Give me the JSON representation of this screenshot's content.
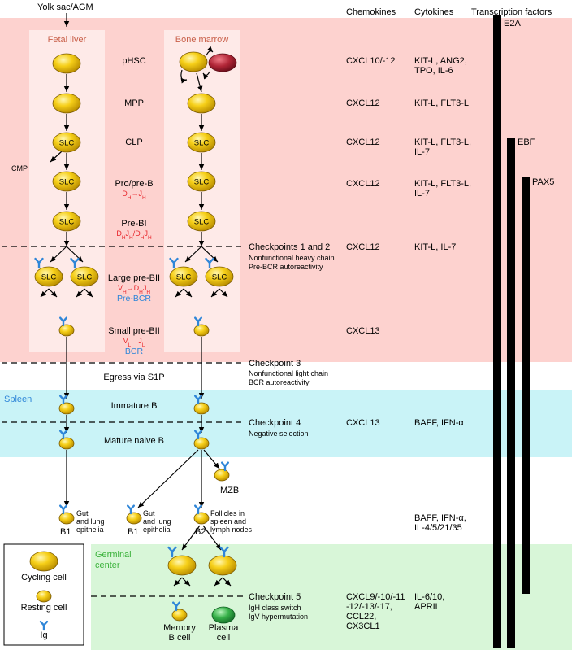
{
  "origin": "Yolk sac/AGM",
  "headers": {
    "chemokines": "Chemokines",
    "cytokines": "Cytokines",
    "transcription_factors": "Transcription factors"
  },
  "compartments": {
    "fetal_liver": "Fetal liver",
    "bone_marrow": "Bone marrow",
    "spleen": "Spleen",
    "germinal_center": "Germinal\ncenter"
  },
  "cell_marker": "SLC",
  "stages": {
    "phsc": "pHSC",
    "mpp": "MPP",
    "clp": "CLP",
    "cmp": "CMP",
    "pro_pre_b": "Pro/pre-B",
    "pre_bi": "Pre-BI",
    "large_pre_bii": "Large pre-BII",
    "small_pre_bii": "Small pre-BII",
    "egress": "Egress via S1P",
    "immature_b": "Immature B",
    "mature_naive_b": "Mature naive B",
    "mzb": "MZB",
    "b1": "B1",
    "b2": "B2",
    "gut_lung": "Gut\nand lung\nepithelia",
    "follicles": "Follicles in\nspleen and\nlymph nodes",
    "memory_b": "Memory\nB cell",
    "plasma": "Plasma\ncell"
  },
  "rearrangements": {
    "pro_pre_b": "DH→JH",
    "pre_bi": "DHJH/DHJH",
    "large_pre_bii": "VH→DHJH",
    "large_pre_bii_receptor": "Pre-BCR",
    "small_pre_bii": "VL→JL",
    "small_pre_bii_receptor": "BCR"
  },
  "checkpoints": {
    "cp12": {
      "title": "Checkpoints 1 and 2",
      "detail": "Nonfunctional heavy chain\nPre-BCR autoreactivity"
    },
    "cp3": {
      "title": "Checkpoint 3",
      "detail": "Nonfunctional light chain\nBCR autoreactivity"
    },
    "cp4": {
      "title": "Checkpoint 4",
      "detail": "Negative selection"
    },
    "cp5": {
      "title": "Checkpoint 5",
      "detail": "IgH class switch\nIgV hypermutation"
    }
  },
  "chemokines": {
    "phsc": "CXCL10/-12",
    "mpp": "CXCL12",
    "clp": "CXCL12",
    "pro_pre_b": "CXCL12",
    "cp12": "CXCL12",
    "small_pre_bii": "CXCL13",
    "cp4": "CXCL13",
    "gc": "CXCL9/-10/-11\n-12/-13/-17,\nCCL22,\nCX3CL1"
  },
  "cytokines": {
    "phsc": "KIT-L, ANG2,\nTPO, IL-6",
    "mpp": "KIT-L, FLT3-L",
    "clp": "KIT-L, FLT3-L,\nIL-7",
    "pro_pre_b": "KIT-L, FLT3-L,\nIL-7",
    "cp12": "KIT-L, IL-7",
    "cp4": "BAFF, IFN-α",
    "periphery": "BAFF, IFN-α,\nIL-4/5/21/35",
    "gc": "IL-6/10,\nAPRIL"
  },
  "transcription_factors": {
    "e2a": "E2A",
    "ebf": "EBF",
    "pax5": "PAX5"
  },
  "legend": {
    "cycling": "Cycling cell",
    "resting": "Resting cell",
    "ig": "Ig"
  },
  "colors": {
    "bone_marrow_bg": "#fdd2cf",
    "column_bg": "#feeae8",
    "spleen_bg": "#c9f3f7",
    "germinal_center_bg": "#d8f6d8",
    "cell_yellow": "#f2c300",
    "stromal_red": "#a81f2d",
    "plasma_green": "#2fa63e",
    "ig_blue": "#2f86d8",
    "rearrangement_red": "#e8252b",
    "spleen_label_blue": "#2f86d8",
    "gc_label_green": "#3cb23c",
    "compartment_label": "#c9604a"
  }
}
